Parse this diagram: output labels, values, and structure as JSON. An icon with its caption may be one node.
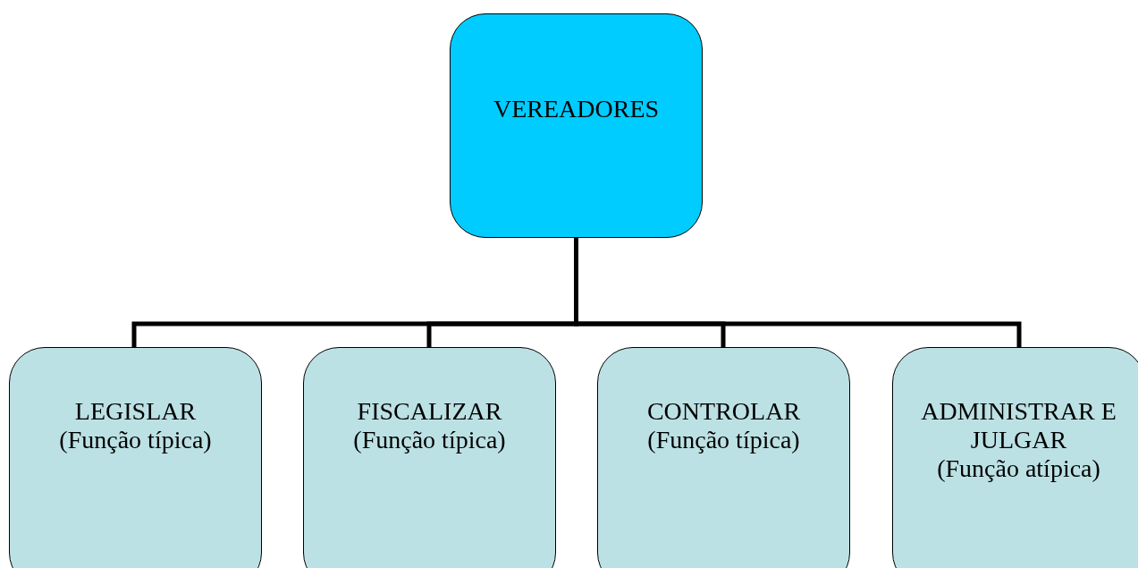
{
  "diagram": {
    "nodes": [
      {
        "text": [
          "VEREADORES"
        ]
      },
      {
        "text": [
          "LEGISLAR",
          "(Função típica)"
        ]
      },
      {
        "text": [
          "FISCALIZAR",
          "(Função típica)"
        ]
      },
      {
        "text": [
          "CONTROLAR",
          "(Função típica)"
        ]
      },
      {
        "text": [
          "ADMINISTRAR E JULGAR",
          "(Função atípica)"
        ]
      }
    ],
    "edges": [
      {
        "from": 0,
        "to": 1,
        "arrow": "none"
      },
      {
        "from": 0,
        "to": 2,
        "arrow": "none"
      },
      {
        "from": 0,
        "to": 3,
        "arrow": "none"
      },
      {
        "from": 0,
        "to": 4,
        "arrow": "none"
      }
    ]
  }
}
